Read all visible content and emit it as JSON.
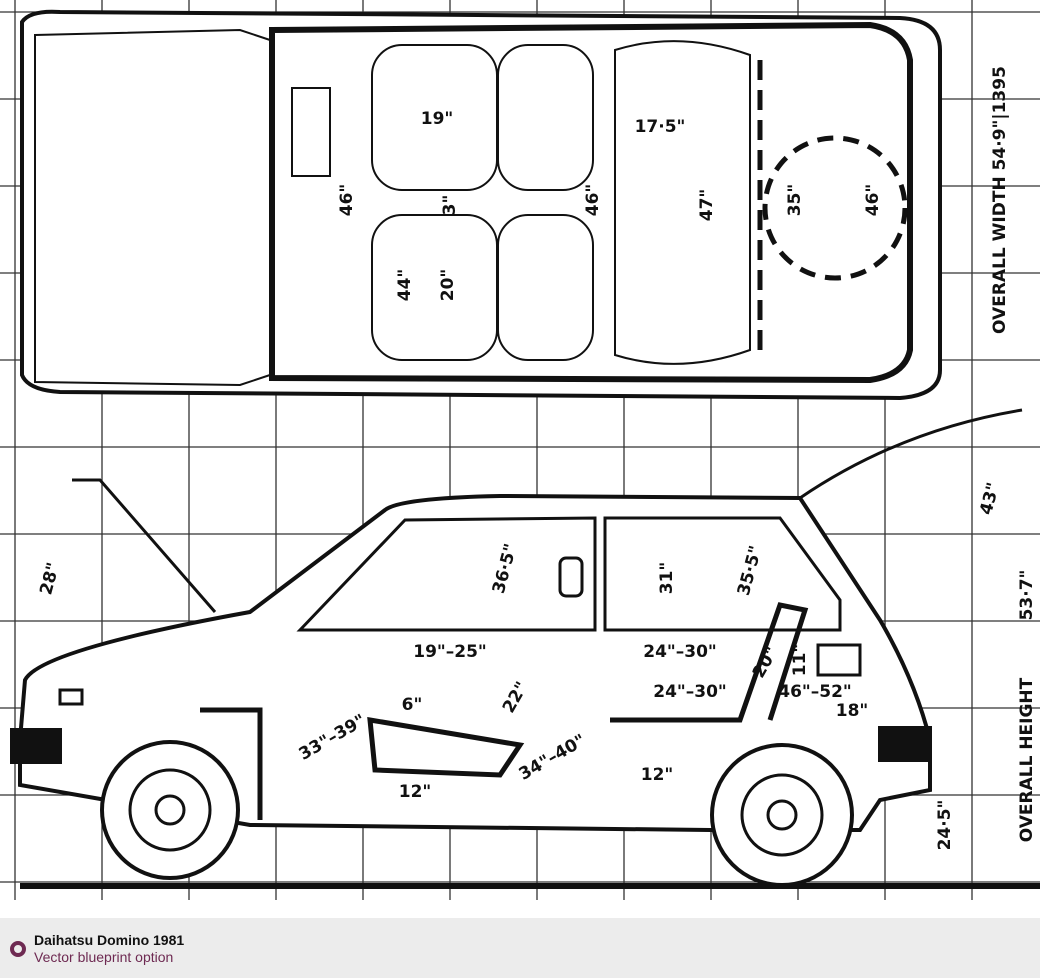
{
  "blueprint": {
    "top_view_labels": [
      "19\"",
      "17·5\"",
      "46\"",
      "3\"",
      "46\"",
      "47\"",
      "35\"",
      "46\"",
      "44\"",
      "20\""
    ],
    "side_view_labels": [
      "28\"",
      "36·5\"",
      "31\"",
      "35·5\"",
      "43\"",
      "19\"–25\"",
      "24\"–30\"",
      "24\"–30\"",
      "46\"–52\"",
      "18\"",
      "20\"",
      "11\"",
      "6\"",
      "33\"–39\"",
      "34\"–40\"",
      "12\"",
      "12\"",
      "22\"",
      "24·5\""
    ],
    "overall_width": "OVERALL WIDTH 54·9\"|1395",
    "overall_height": "OVERALL HEIGHT",
    "height_value": "53·7\""
  },
  "footer": {
    "title": "Daihatsu Domino 1981",
    "subtitle": "Vector blueprint option",
    "accent": "#6e2a52"
  }
}
